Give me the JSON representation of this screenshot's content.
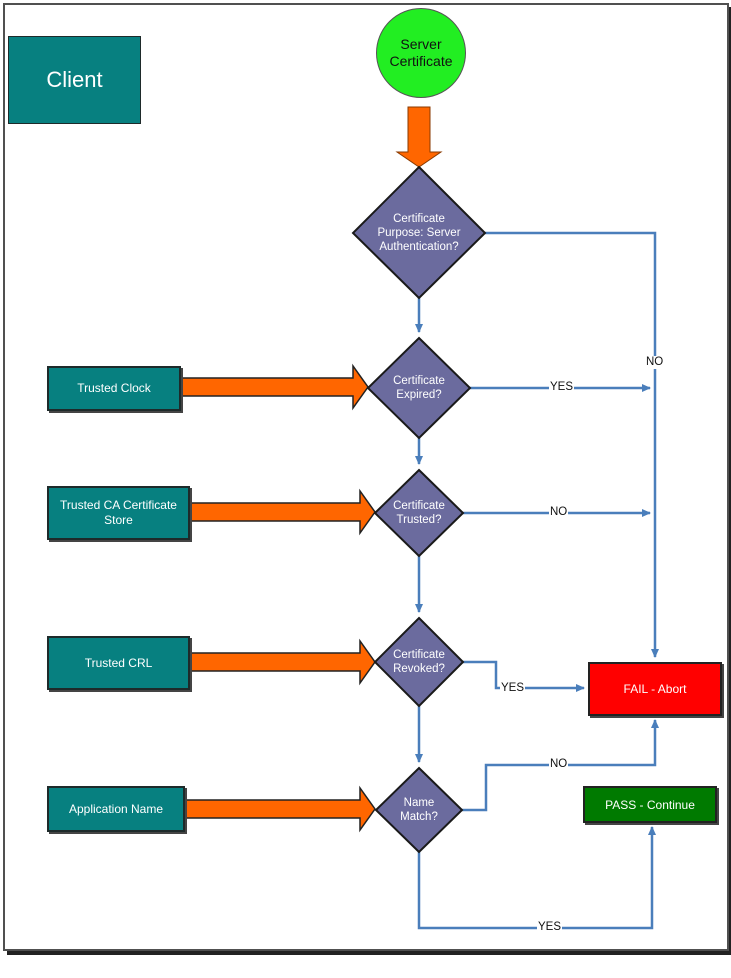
{
  "client_label": "Client",
  "start": "Server Certificate",
  "inputs": {
    "clock": "Trusted Clock",
    "ca_store": "Trusted CA Certificate Store",
    "crl": "Trusted CRL",
    "app_name": "Application Name"
  },
  "decisions": {
    "purpose": "Certificate Purpose: Server Authentication?",
    "expired": "Certificate Expired?",
    "trusted": "Certificate Trusted?",
    "revoked": "Certificate Revoked?",
    "name_match": "Name Match?"
  },
  "outcomes": {
    "fail": "FAIL - Abort",
    "pass": "PASS - Continue"
  },
  "edge_labels": {
    "purpose_no": "NO",
    "expired_yes": "YES",
    "trusted_no": "NO",
    "revoked_yes": "YES",
    "name_no": "NO",
    "name_yes": "YES"
  },
  "colors": {
    "decision": "#6b6b9e",
    "input_box": "#078080",
    "arrow": "#ff6600",
    "connector": "#4a7ebb",
    "fail": "#ff0000",
    "pass": "#007a00",
    "start": "#22ee22"
  }
}
